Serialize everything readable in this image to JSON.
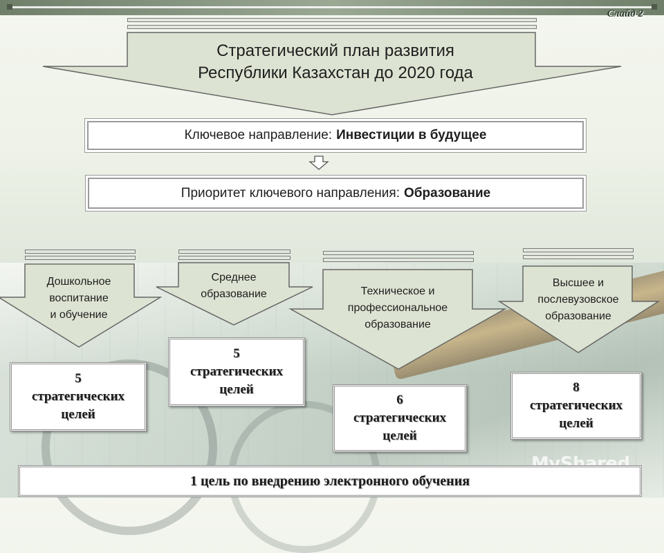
{
  "slide_label": "Слайд 2",
  "title_lines": [
    "Стратегический план развития",
    "Республики Казахстан до 2020 года"
  ],
  "key_direction": {
    "label": "Ключевое направление:",
    "value": "Инвестиции в будущее"
  },
  "priority": {
    "label": "Приоритет ключевого направления:",
    "value": "Образование"
  },
  "levels": [
    {
      "lines": [
        "Дошкольное",
        "воспитание",
        "и обучение"
      ],
      "goals": [
        "5",
        "стратегических",
        "целей"
      ]
    },
    {
      "lines": [
        "Среднее",
        "образование"
      ],
      "goals": [
        "5",
        "стратегических",
        "целей"
      ]
    },
    {
      "lines": [
        "Техническое и",
        "профессиональное",
        "образование"
      ],
      "goals": [
        "6",
        "стратегических",
        "целей"
      ]
    },
    {
      "lines": [
        "Высшее и",
        "послевузовское",
        "образование"
      ],
      "goals": [
        "8",
        "стратегических",
        "целей"
      ]
    }
  ],
  "bottom_text": "1 цель по внедрению электронного обучения",
  "watermark": "MyShared",
  "colors": {
    "arrow_fill": "#dde3d2",
    "arrow_stroke": "#666666",
    "background": "#eef2e8"
  }
}
